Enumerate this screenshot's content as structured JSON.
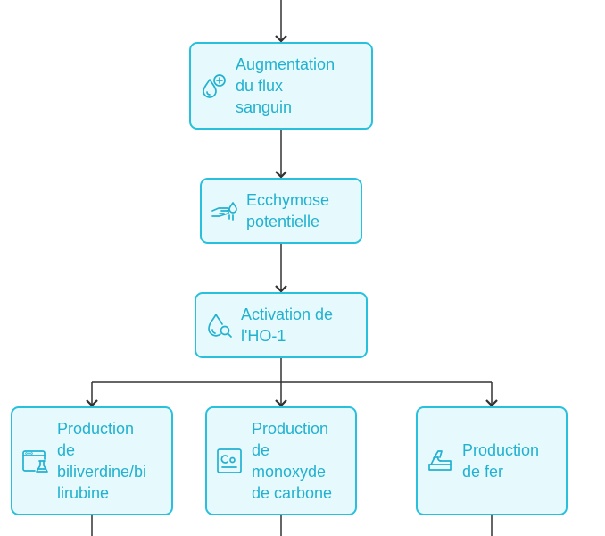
{
  "nodes": {
    "blood_flow": {
      "label": "Augmentation\ndu flux\nsanguin",
      "icon": "blood-drop-plus-icon"
    },
    "bruise": {
      "label": "Ecchymose\npotentielle",
      "icon": "hand-drop-icon"
    },
    "ho1": {
      "label": "Activation de\nl'HO-1",
      "icon": "drop-magnifier-icon"
    },
    "biliverdin": {
      "label": "Production\nde\nbiliverdine/bi\nlirubine",
      "icon": "lab-window-icon"
    },
    "co": {
      "label": "Production\nde\nmonoxyde\nde carbone",
      "icon": "co-element-icon"
    },
    "iron": {
      "label": "Production\nde fer",
      "icon": "iron-ingot-icon"
    }
  },
  "colors": {
    "node_fill": "#e6fafd",
    "node_border": "#28c0dc",
    "text": "#22b1d0",
    "connector": "#333333"
  }
}
